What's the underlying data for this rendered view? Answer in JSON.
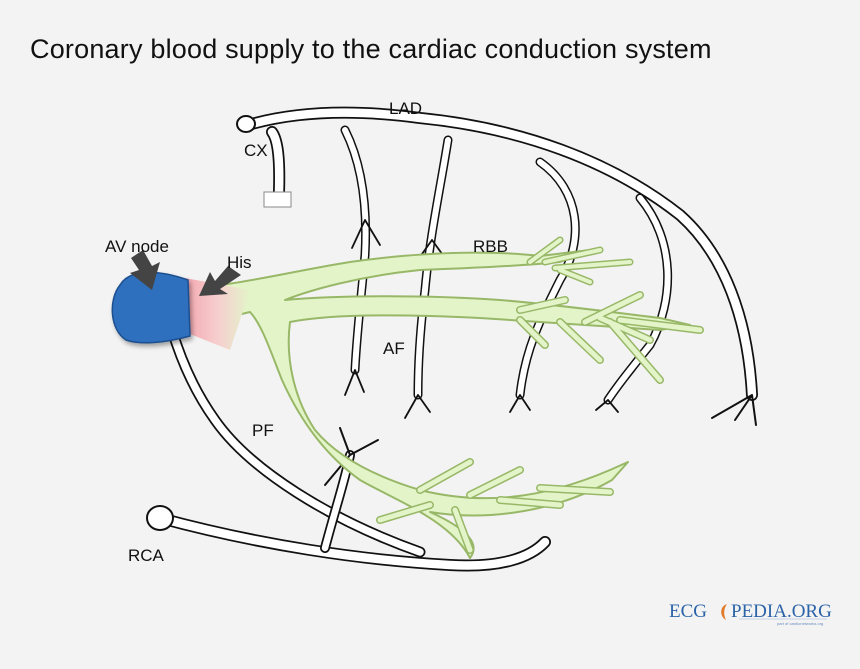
{
  "title": "Coronary blood supply to the cardiac conduction system",
  "labels": {
    "lad": "LAD",
    "cx": "CX",
    "av_node": "AV node",
    "his": "His",
    "rbb": "RBB",
    "af": "AF",
    "pf": "PF",
    "rca": "RCA"
  },
  "logo": {
    "left": "ECG",
    "right": "PEDIA.ORG",
    "tagline": "part of cardionetworks.org"
  },
  "colors": {
    "av_node": "#2e6fbe",
    "his": "#f2a9ae",
    "conduction": "#e3f4c9",
    "conduction_stroke": "#98b868",
    "vessel": "#ffffff",
    "vessel_stroke": "#111111",
    "logo_accent": "#e07b2a"
  }
}
